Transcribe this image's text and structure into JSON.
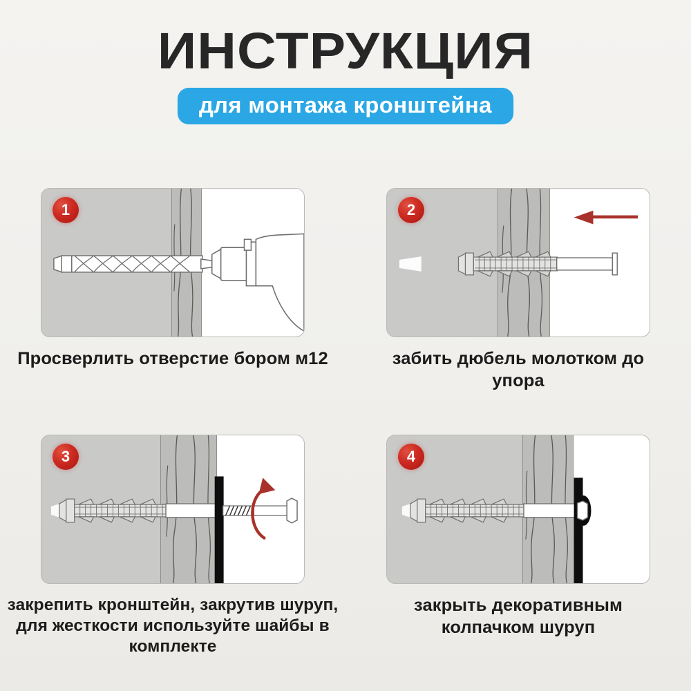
{
  "header": {
    "title": "ИНСТРУКЦИЯ",
    "subtitle": "для монтажа кронштейна",
    "badge_color": "#2aa7e4",
    "title_color": "#272727"
  },
  "colors": {
    "background": "#f1f1ee",
    "panel_inside": "#c9c9c8",
    "panel_outside": "#ffffff",
    "wall": "#bcbcba",
    "badge_red": "#cc2a22",
    "arrow_red": "#a8322b",
    "bracket_black": "#0d0d0d",
    "metal_outline": "#6f6f6d"
  },
  "steps": [
    {
      "number": "1",
      "caption": "Просверлить отверстие бором м12",
      "caption_lines": [
        "Просверлить отверстие",
        "буром м12"
      ],
      "icon": "drill-bit-icon",
      "annotation": ""
    },
    {
      "number": "2",
      "caption": "забить дюбель молотком до упора",
      "caption_lines": [
        "забить дюбель молотком",
        "до упора"
      ],
      "icon": "dowel-anchor-icon",
      "annotation": "arrow-left-icon"
    },
    {
      "number": "3",
      "caption": "закрепить кронштейн, закрутив шуруп, для жесткости используйте шайбы в комплекте",
      "caption_lines": [
        "закрепить кронштейн, закрутив шуруп,",
        "для жесткости используйте шайбы в",
        "комплекте"
      ],
      "icon": "screw-icon",
      "annotation": "rotate-arrow-icon"
    },
    {
      "number": "4",
      "caption": "закрыть декоративным колпачком шуруп",
      "caption_lines": [
        "закрыть декоративным",
        "колпачком шуруп"
      ],
      "icon": "cap-icon",
      "annotation": ""
    }
  ]
}
